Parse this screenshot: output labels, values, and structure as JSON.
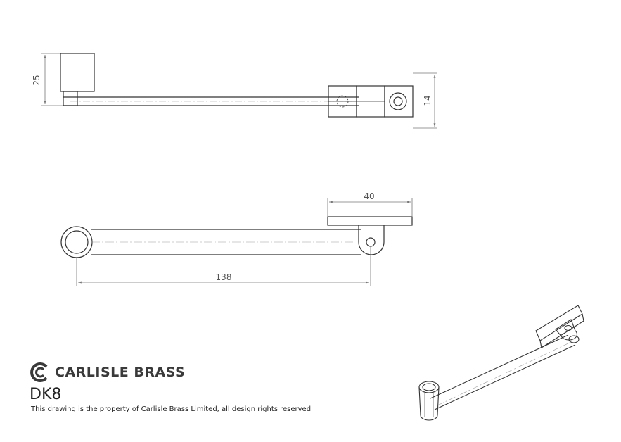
{
  "brand": {
    "name": "CARLISLE BRASS",
    "logo_icon": "carlisle-brass-logo-icon"
  },
  "model": "DK8",
  "notice": "This drawing is the property of Carlisle Brass Limited, all design rights reserved",
  "dimensions": {
    "height": "25",
    "thickness": "14",
    "plate_width": "40",
    "length": "138"
  },
  "colors": {
    "line": "#333333",
    "dim_line": "#777777",
    "brand": "#3a3a3a"
  }
}
